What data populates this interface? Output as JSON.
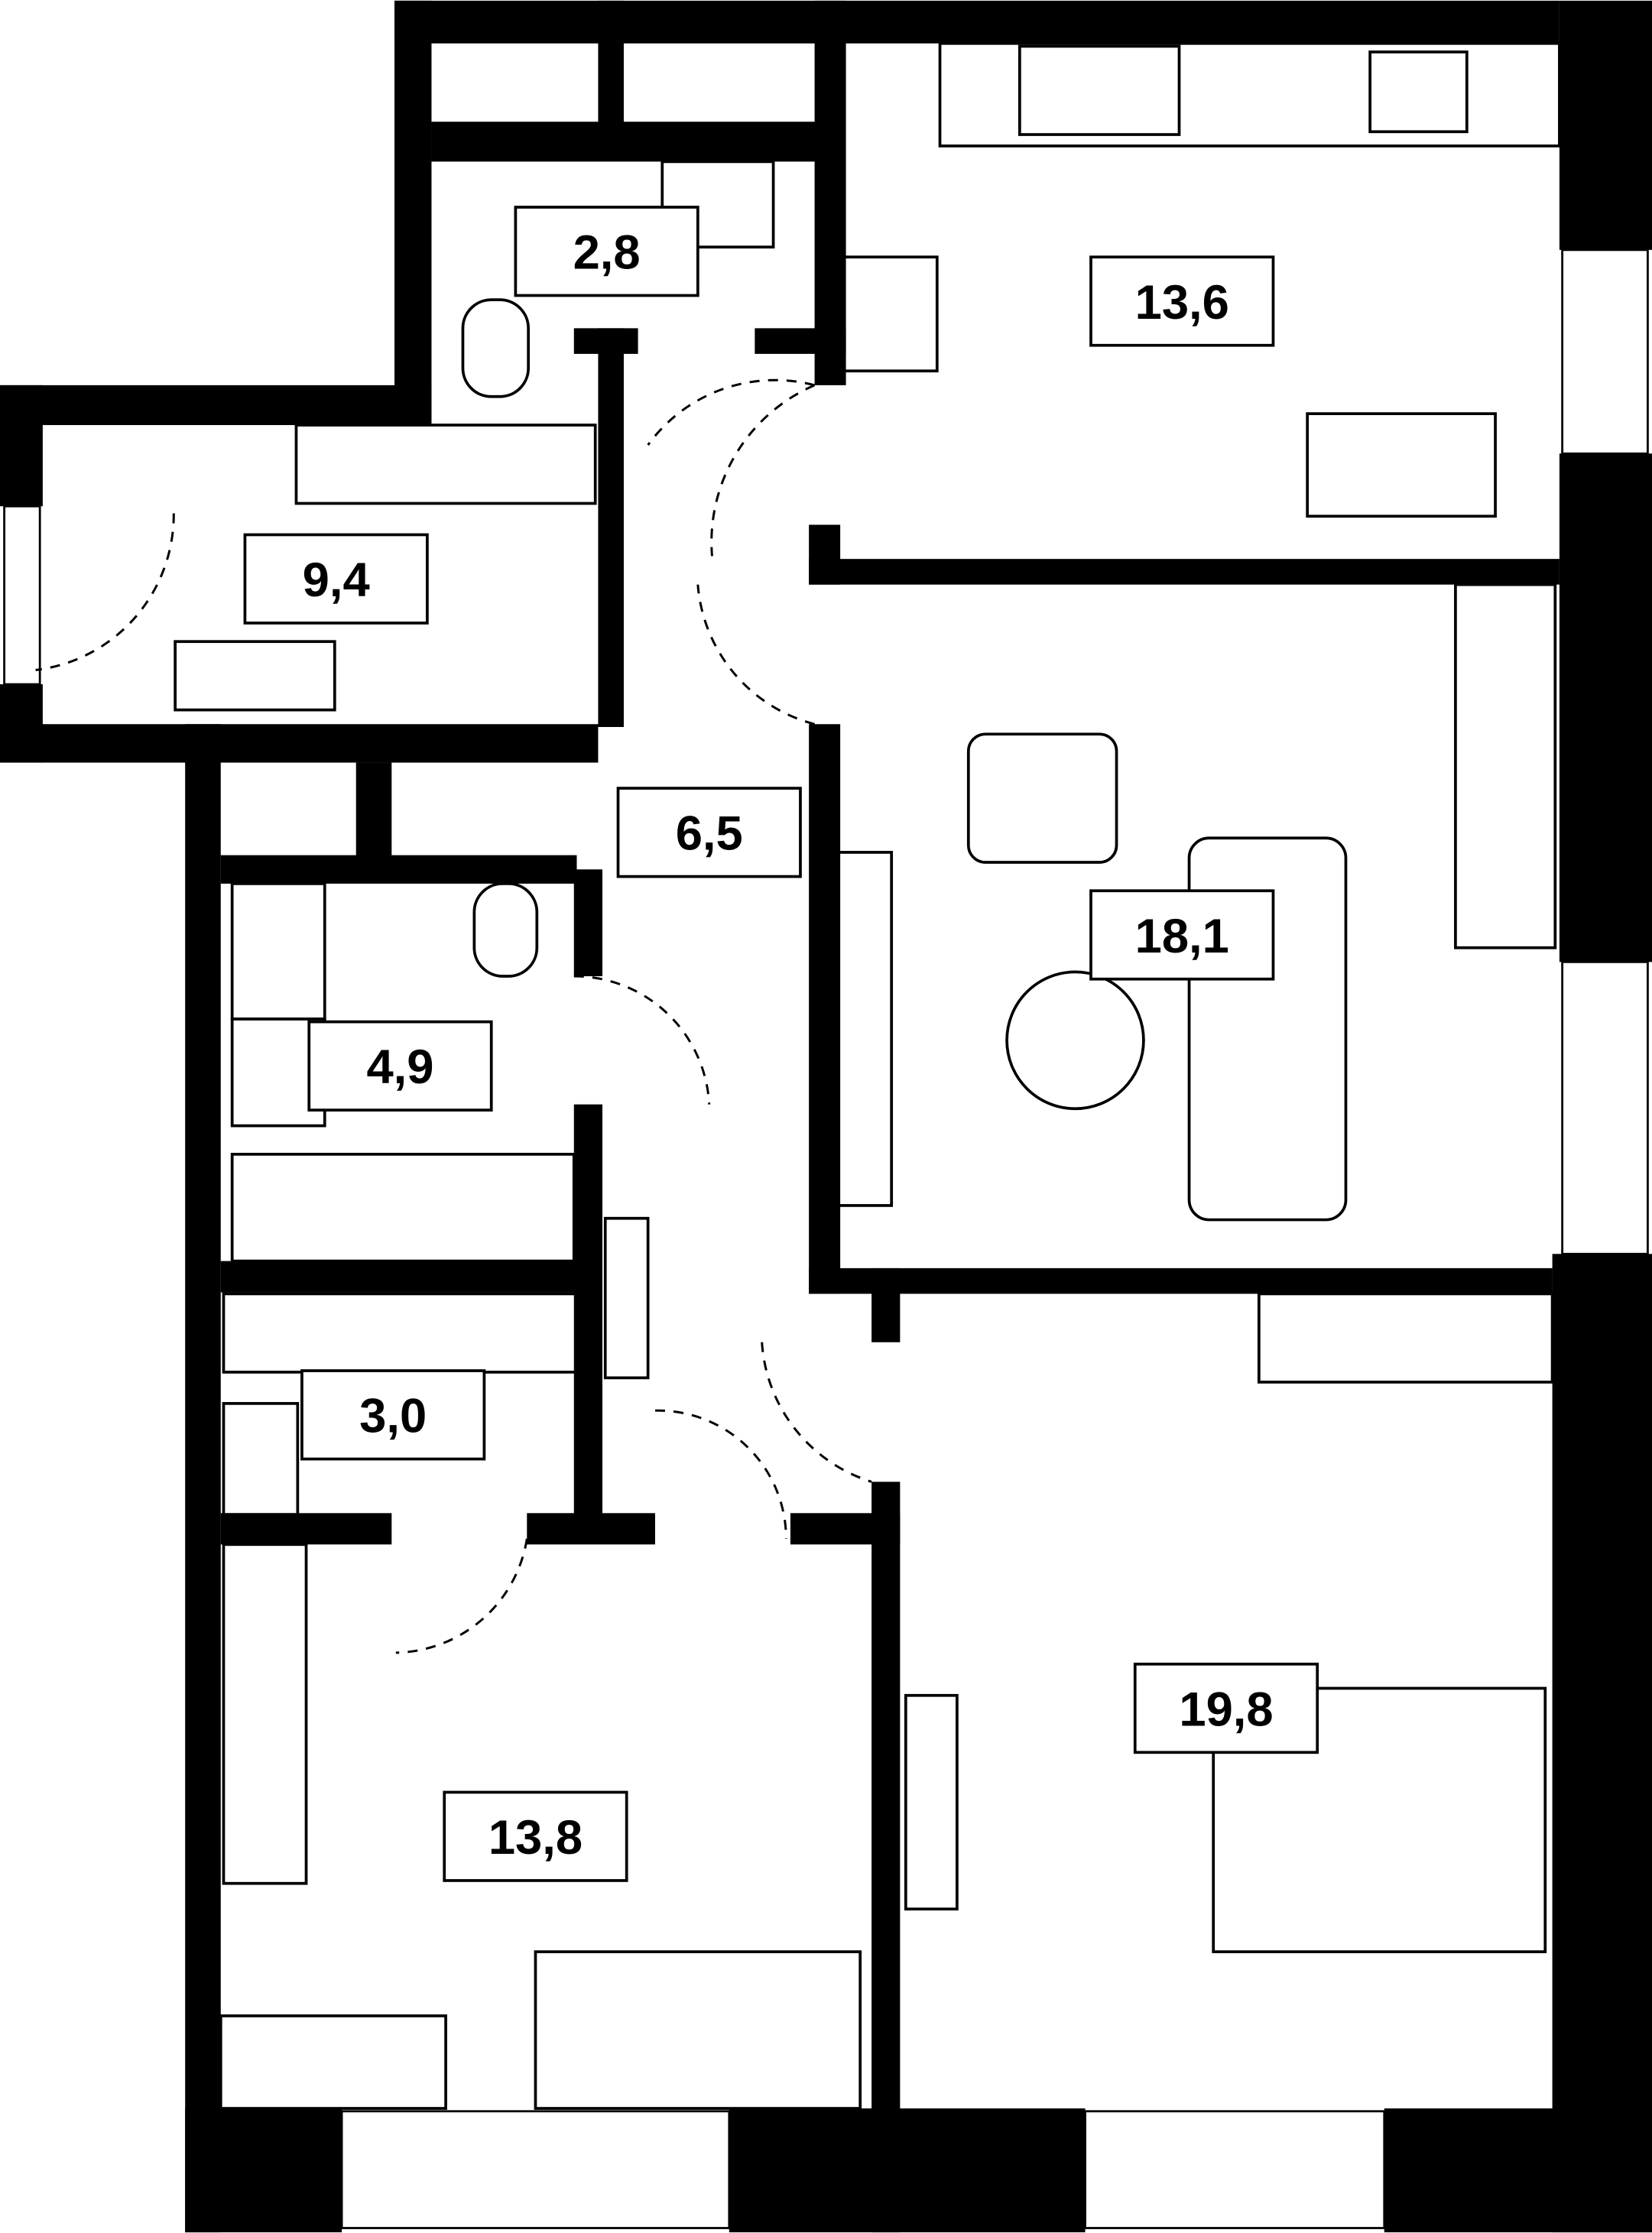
{
  "plan": {
    "rooms": [
      {
        "id": "wc",
        "area": "2,8"
      },
      {
        "id": "kitchen",
        "area": "13,6"
      },
      {
        "id": "hall",
        "area": "9,4"
      },
      {
        "id": "corridor",
        "area": "6,5"
      },
      {
        "id": "living-room",
        "area": "18,1"
      },
      {
        "id": "bathroom",
        "area": "4,9"
      },
      {
        "id": "wardrobe",
        "area": "3,0"
      },
      {
        "id": "bedroom-small",
        "area": "13,8"
      },
      {
        "id": "bedroom-master",
        "area": "19,8"
      }
    ]
  }
}
